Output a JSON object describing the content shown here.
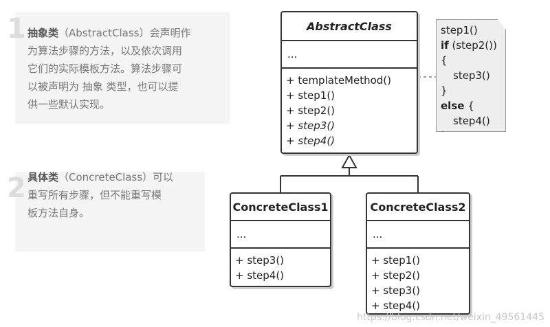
{
  "notes": [
    {
      "number": "1",
      "bold": "抽象类",
      "text": "（AbstractClass）会声明作\n为算法步骤的方法，以及依次调用\n它们的实际模板方法。算法步骤可\n以被声明为 抽象 类型，也可以提\n供一些默认实现。"
    },
    {
      "number": "2",
      "bold": "具体类",
      "text": "（ConcreteClass）可以\n重写所有步骤，但不能重写模\n板方法自身。"
    }
  ],
  "abstract_class": {
    "name": "AbstractClass",
    "fields": "...",
    "methods": [
      "+ templateMethod()",
      "+ step1()",
      "+ step2()",
      "+ step3()",
      "+ step4()"
    ]
  },
  "concrete1": {
    "name": "ConcreteClass1",
    "fields": "...",
    "methods": [
      "+ step3()",
      "+ step4()"
    ]
  },
  "concrete2": {
    "name": "ConcreteClass2",
    "fields": "...",
    "methods": [
      "+ step1()",
      "+ step2()",
      "+ step3()",
      "+ step4()"
    ]
  },
  "code_note": {
    "l1": "step1()",
    "l2_kw": "if",
    "l2_rest": " (step2()) {",
    "l3": "step3()",
    "l4": "}",
    "l5_kw": "else",
    "l5_rest": " {",
    "l6": "step4()",
    "l7": "}"
  },
  "watermark": "https://blog.csdn.net/weixin_49561445"
}
